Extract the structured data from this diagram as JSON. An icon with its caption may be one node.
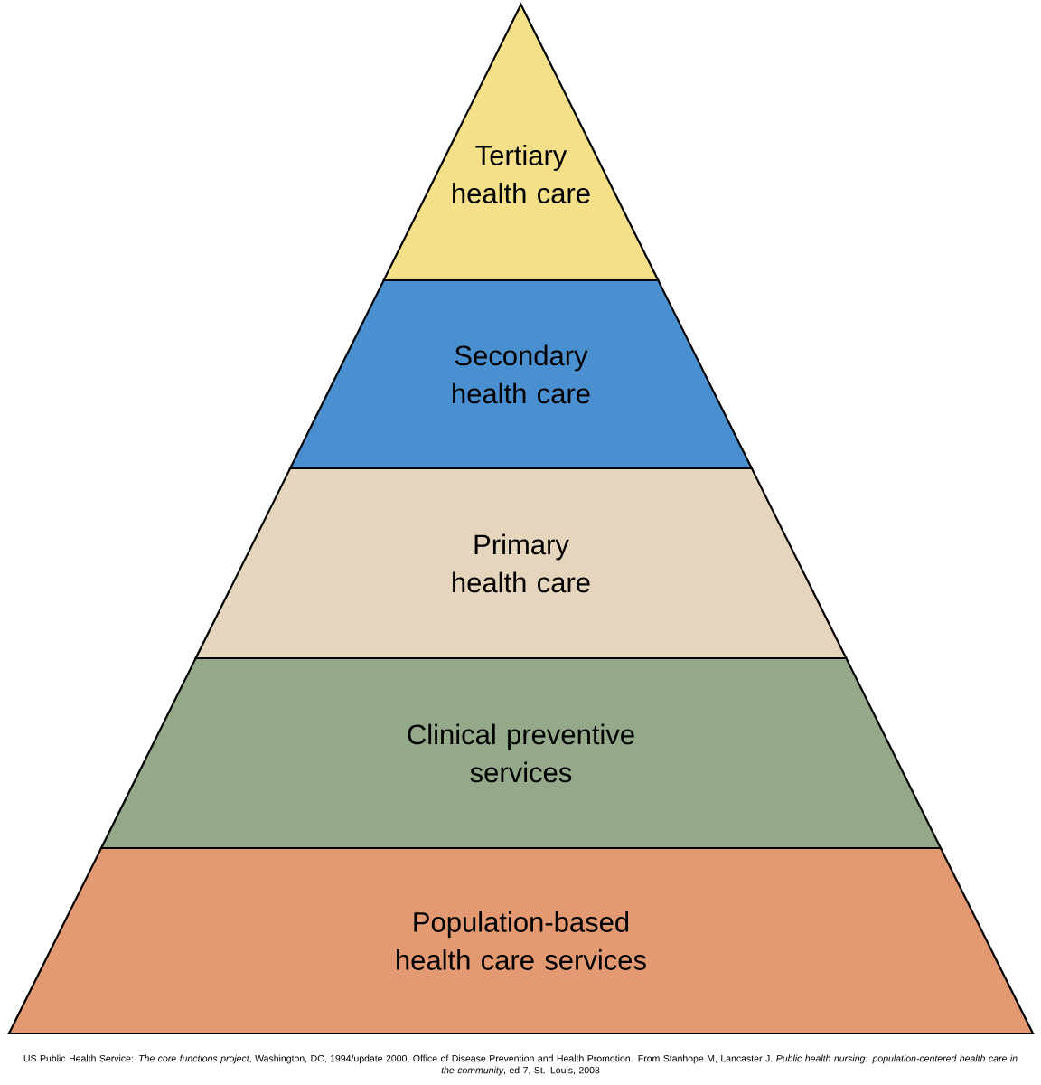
{
  "diagram": {
    "caption": "US Public Health Service: *The core functions project*, Washington, DC, 1994/update 2000, Office of Disease Prevention and Health Promotion. From Stanhope M, Lancaster J. *Public health nursing: population-centered health care in the community*, ed 7, St. Louis, 2008",
    "nodes": [
      {
        "text": [
          "Tertiary health care"
        ]
      },
      {
        "text": [
          "Secondary health care"
        ]
      },
      {
        "text": [
          "Primary health care"
        ]
      },
      {
        "text": [
          "Clinical preventive services"
        ]
      },
      {
        "text": [
          "Population-based health care services"
        ]
      }
    ],
    "edges": []
  }
}
